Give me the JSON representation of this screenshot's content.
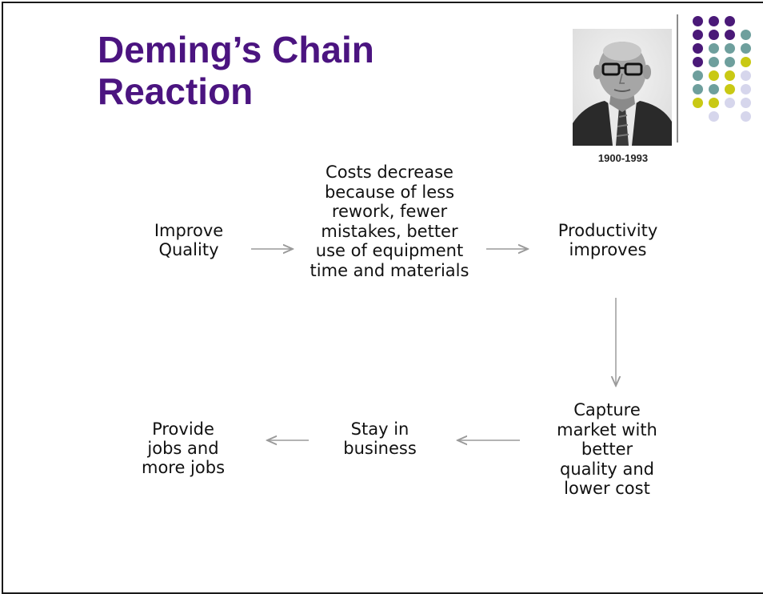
{
  "title": {
    "line1": "Deming’s Chain",
    "line2": "Reaction"
  },
  "portrait": {
    "caption": "1900-1993"
  },
  "colors": {
    "title": "#4b1480",
    "dot_purple": "#4a1978",
    "dot_teal": "#6e9f9d",
    "dot_lime": "#c9c914",
    "dot_lavender": "#d6d6ec",
    "arrow": "#9a9a9a"
  },
  "dot_grid": [
    [
      "purple",
      "purple",
      "purple",
      null
    ],
    [
      "purple",
      "purple",
      "purple",
      "teal"
    ],
    [
      "purple",
      "teal",
      "teal",
      "teal"
    ],
    [
      "purple",
      "teal",
      "teal",
      "lime"
    ],
    [
      "teal",
      "lime",
      "lime",
      "lavender"
    ],
    [
      "teal",
      "teal",
      "lime",
      "lavender"
    ],
    [
      "lime",
      "lime",
      "lavender",
      "lavender"
    ],
    [
      null,
      "lavender",
      null,
      "lavender"
    ]
  ],
  "nodes": {
    "improve_quality": {
      "lines": [
        "Improve",
        "Quality"
      ]
    },
    "costs_decrease": {
      "lines": [
        "Costs decrease",
        "because of less",
        "rework, fewer",
        "mistakes, better",
        "use of equipment",
        "time and materials"
      ]
    },
    "productivity": {
      "lines": [
        "Productivity",
        "improves"
      ]
    },
    "capture_market": {
      "lines": [
        "Capture",
        "market with",
        "better",
        "quality and",
        "lower cost"
      ]
    },
    "stay_in_business": {
      "lines": [
        "Stay in",
        "business"
      ]
    },
    "provide_jobs": {
      "lines": [
        "Provide",
        "jobs and",
        "more jobs"
      ]
    }
  }
}
